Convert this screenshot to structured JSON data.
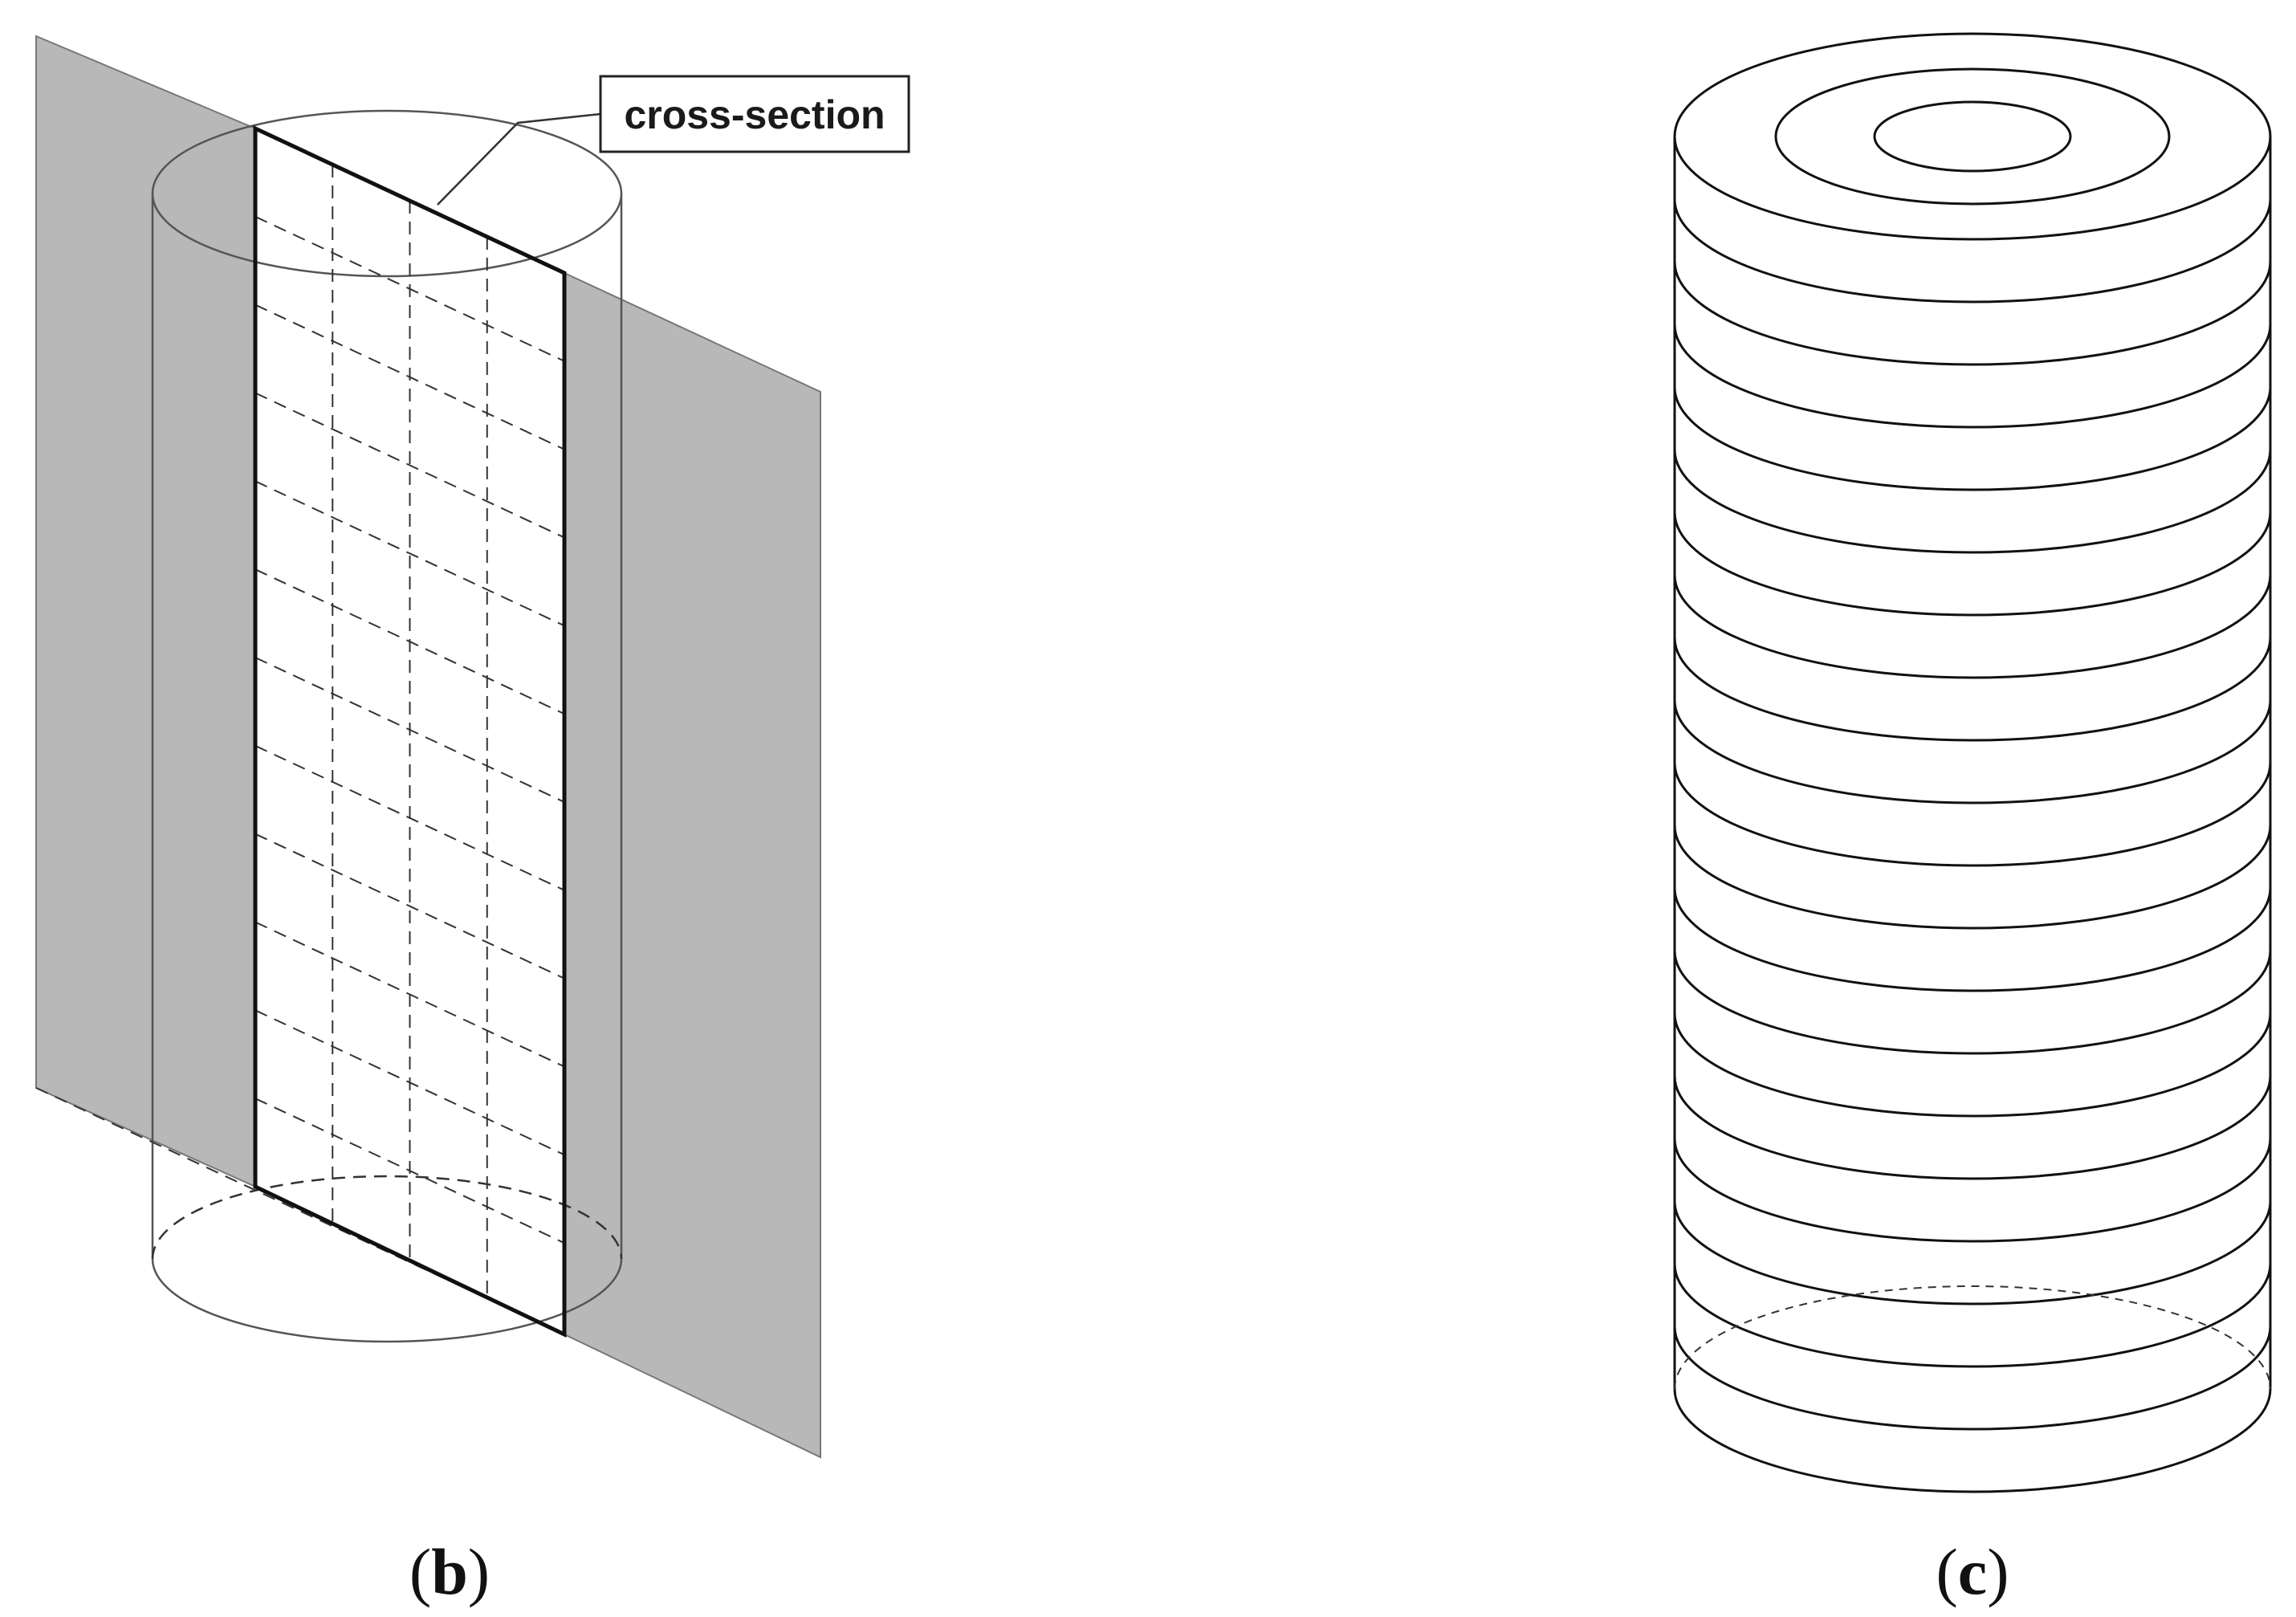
{
  "figure": {
    "panels": [
      {
        "id": "b",
        "label_open": "(",
        "label_letter": "b",
        "label_close": ")"
      },
      {
        "id": "c",
        "label_open": "(",
        "label_letter": "c",
        "label_close": ")"
      }
    ],
    "callout": {
      "text": "cross-section"
    },
    "colors": {
      "plane_fill": "#b8b8b8",
      "line": "#111111",
      "thin_line": "#555555",
      "background": "#ffffff"
    }
  }
}
